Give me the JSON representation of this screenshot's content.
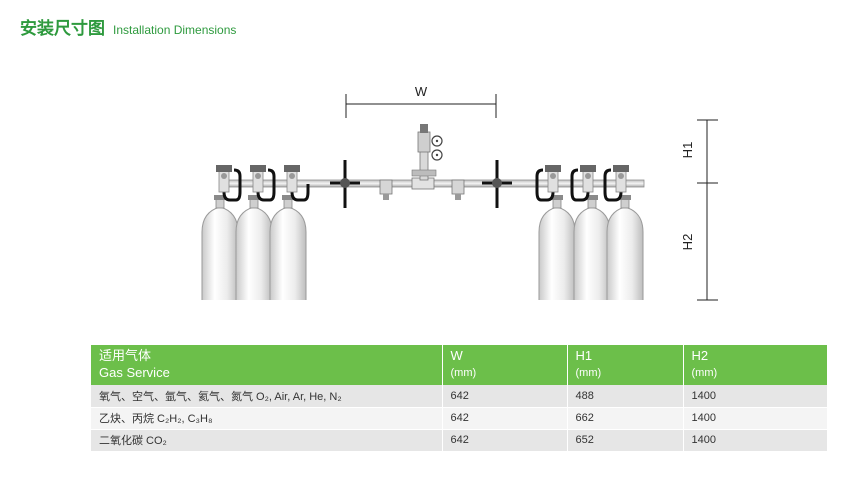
{
  "header": {
    "title_cn": "安装尺寸图",
    "title_en": "Installation Dimensions"
  },
  "diagram": {
    "dim_w": "W",
    "dim_h1": "H1",
    "dim_h2": "H2"
  },
  "table": {
    "columns": [
      {
        "cn": "适用气体",
        "en": "Gas Service"
      },
      {
        "main": "W",
        "unit": "(mm)"
      },
      {
        "main": "H1",
        "unit": "(mm)"
      },
      {
        "main": "H2",
        "unit": "(mm)"
      }
    ],
    "rows": [
      {
        "gas": "氧气、空气、氩气、氦气、氮气 O₂, Air, Ar, He, N₂",
        "w": "642",
        "h1": "488",
        "h2": "1400"
      },
      {
        "gas": "乙炔、丙烷 C₂H₂, C₃H₈",
        "w": "642",
        "h1": "662",
        "h2": "1400"
      },
      {
        "gas": "二氧化碳 CO₂",
        "w": "642",
        "h1": "652",
        "h2": "1400"
      }
    ]
  },
  "colors": {
    "title_green": "#2e9a3e",
    "header_green": "#6cbf4a",
    "row_grey": "#e6e6e6"
  }
}
